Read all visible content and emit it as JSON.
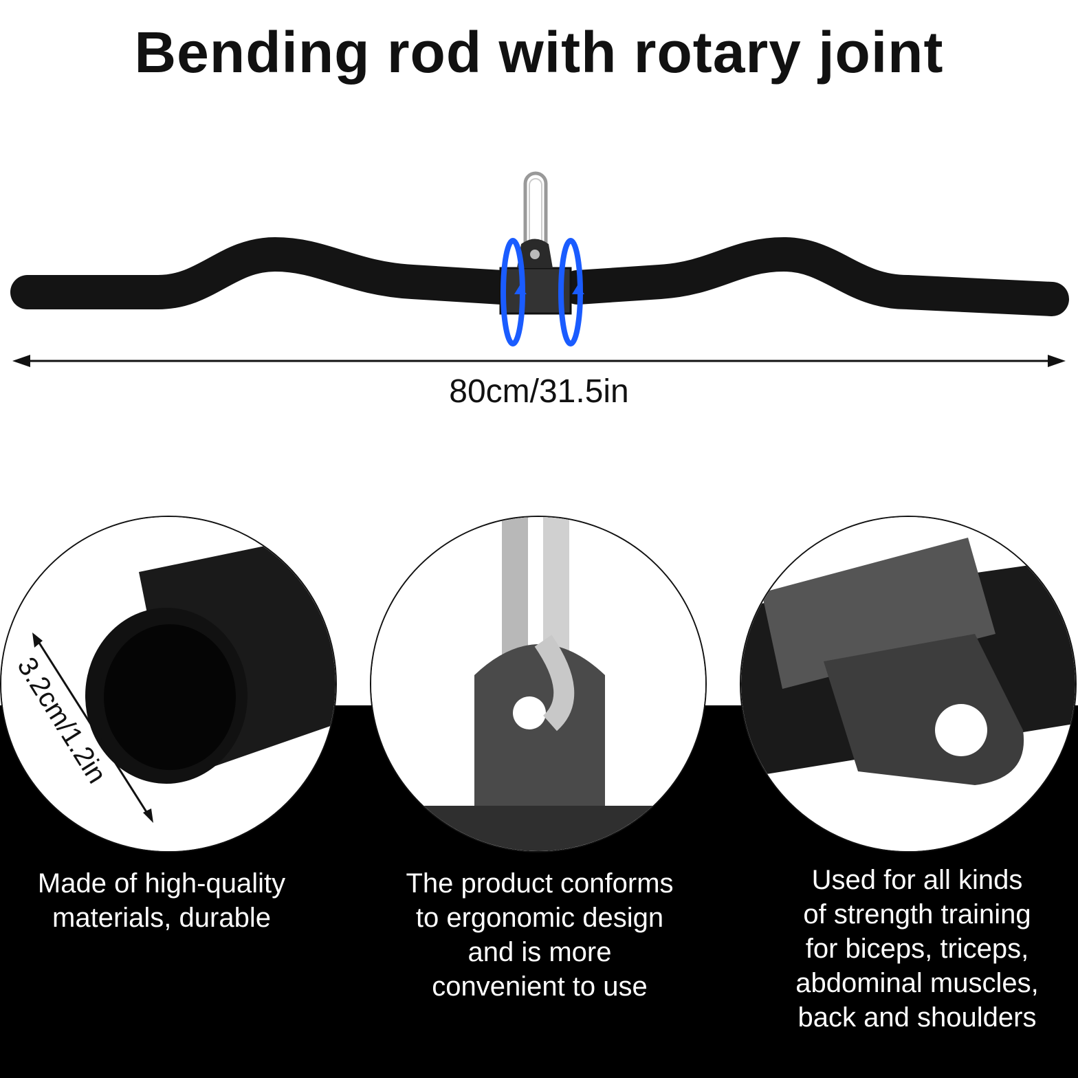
{
  "title": "Bending rod with rotary joint",
  "dimension_length": "80cm/31.5in",
  "dimension_diameter": "3.2cm/1.2in",
  "colors": {
    "bar": "#111111",
    "rotation_arrow": "#1a5cff",
    "band": "#000000"
  },
  "features": [
    {
      "lines": [
        "Made of high-quality",
        "materials, durable"
      ]
    },
    {
      "lines": [
        "The product conforms",
        "to ergonomic design",
        "and is more",
        "convenient to use"
      ]
    },
    {
      "lines": [
        "Used for all kinds",
        "of strength training",
        "for biceps, triceps,",
        "abdominal muscles,",
        "back and shoulders"
      ]
    }
  ]
}
